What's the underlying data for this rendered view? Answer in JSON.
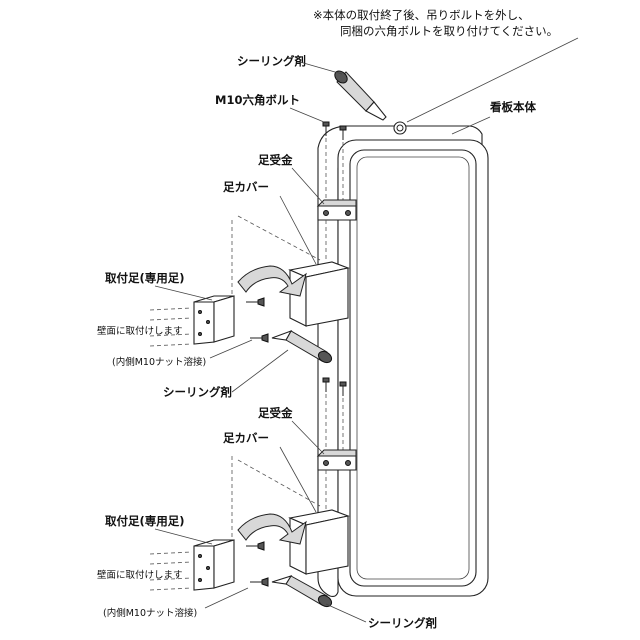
{
  "note": {
    "line1": "※本体の取付終了後、吊りボルトを外し、",
    "line2": "同梱の六角ボルトを取り付けてください。"
  },
  "labels": {
    "sealant_top": "シーリング剤",
    "hex_bolt": "M10六角ボルト",
    "sign_body": "看板本体",
    "foot_receiver_upper": "足受金",
    "foot_cover_upper": "足カバー",
    "mounting_foot_upper": "取付足(専用足)",
    "wall_mount_upper": "壁面に取付けします",
    "nut_weld_upper": "(内側M10ナット溶接)",
    "sealant_middle": "シーリング剤",
    "foot_receiver_lower": "足受金",
    "foot_cover_lower": "足カバー",
    "mounting_foot_lower": "取付足(専用足)",
    "wall_mount_lower": "壁面に取付けします",
    "nut_weld_lower": "(内側M10ナット溶接)",
    "sealant_bottom": "シーリング剤"
  },
  "colors": {
    "line": "#222222",
    "shade": "#d8d8d8",
    "background": "#ffffff"
  }
}
